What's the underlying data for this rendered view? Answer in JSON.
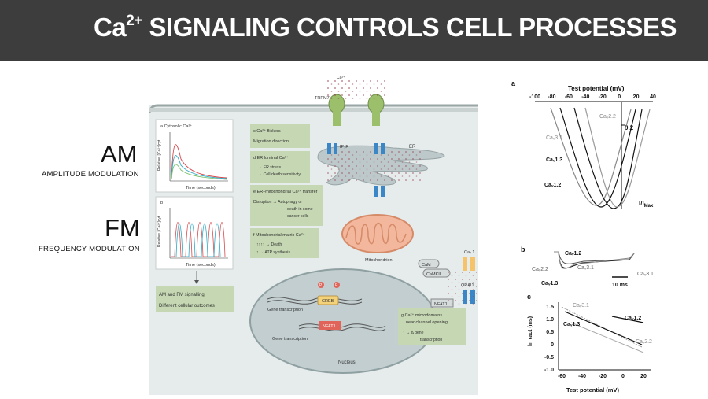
{
  "header": {
    "title_base": "Ca",
    "title_sup": "2+",
    "title_rest": " SIGNALING CONTROLS CELL PROCESSES"
  },
  "left": {
    "am_big": "AM",
    "am_small": "AMPLITUDE MODULATION",
    "fm_big": "FM",
    "fm_small": "FREQUENCY  MODULATION"
  },
  "diagram": {
    "ca_top": "Ca²⁺",
    "trpm7": "TRPM7",
    "ip3r": "IP₃R",
    "er": "ER",
    "mito": "Mitochondrion",
    "nucleus": "Nucleus",
    "cav1": "Caᵥ 1",
    "orai1": "ORAI1",
    "cam": "CaM",
    "camkii": "CaMKII",
    "nfat1_cyt": "NFAT1",
    "creb": "CREB",
    "nfat1_nuc": "NFAT1",
    "gene1": "Gene transcription",
    "gene2": "Gene transcription",
    "p1": "P",
    "p2": "P",
    "a_title": "a  Cytosolic Ca²⁺",
    "b_label": "b",
    "y_label": "Relative [Ca²⁺]cyt",
    "time_a": "Time (seconds)",
    "time_b": "Time (seconds)",
    "amfm1": "AM and FM signalling",
    "amfm2": "Different cellular outcomes",
    "c_title": "c  Ca²⁺ flickers",
    "c_body": "Migration direction",
    "d_title": "d  ER luminal Ca²⁺",
    "d_body1": "→ ER stress",
    "d_body2": "→ Cell death sensitivity",
    "e_title": "e  ER–mitochondrial Ca²⁺ transfer",
    "e_body1": "Disruption → Autophagy or",
    "e_body2": "death in some",
    "e_body3": "cancer cells",
    "f_title": "f  Mitochondrial matrix Ca²⁺",
    "f_body1": "↑↑↑↑ → Death",
    "f_body2": "↑ → ATP synthesis",
    "g_title1": "g  Ca²⁺ microdomains",
    "g_title2": "near channel opening",
    "g_body1": "↑ → Δ gene",
    "g_body2": "transcription"
  },
  "panel_a": {
    "label": "a",
    "xlabel": "Test potential (mV)",
    "xticks": [
      "-100",
      "-80",
      "-60",
      "-40",
      "-20",
      "0",
      "20",
      "40"
    ],
    "ytick": "0.2",
    "ylabel": "I/I",
    "ylabel_sub": "Max",
    "series_labels": [
      "Caᵥ2.2",
      "Caᵥ3.1",
      "Caᵥ1.3",
      "Caᵥ1.2"
    ]
  },
  "panel_b": {
    "label": "b",
    "labels": [
      "Caᵥ1.2",
      "Caᵥ2.2",
      "Caᵥ3.1",
      "Caᵥ1.3",
      "Caᵥ3.1"
    ],
    "scale": "10 ms"
  },
  "panel_c": {
    "label": "c",
    "ylabel": "ln τact (ms)",
    "xlabel": "Test potential (mV)",
    "xticks": [
      "-60",
      "-40",
      "-20",
      "0",
      "20"
    ],
    "yticks": [
      "1.5",
      "1.0",
      "0.5",
      "0",
      "-0.5",
      "-1.0"
    ],
    "series_labels": [
      "Caᵥ3.1",
      "Caᵥ1.3",
      "Caᵥ1.2",
      "Caᵥ2.2"
    ]
  }
}
